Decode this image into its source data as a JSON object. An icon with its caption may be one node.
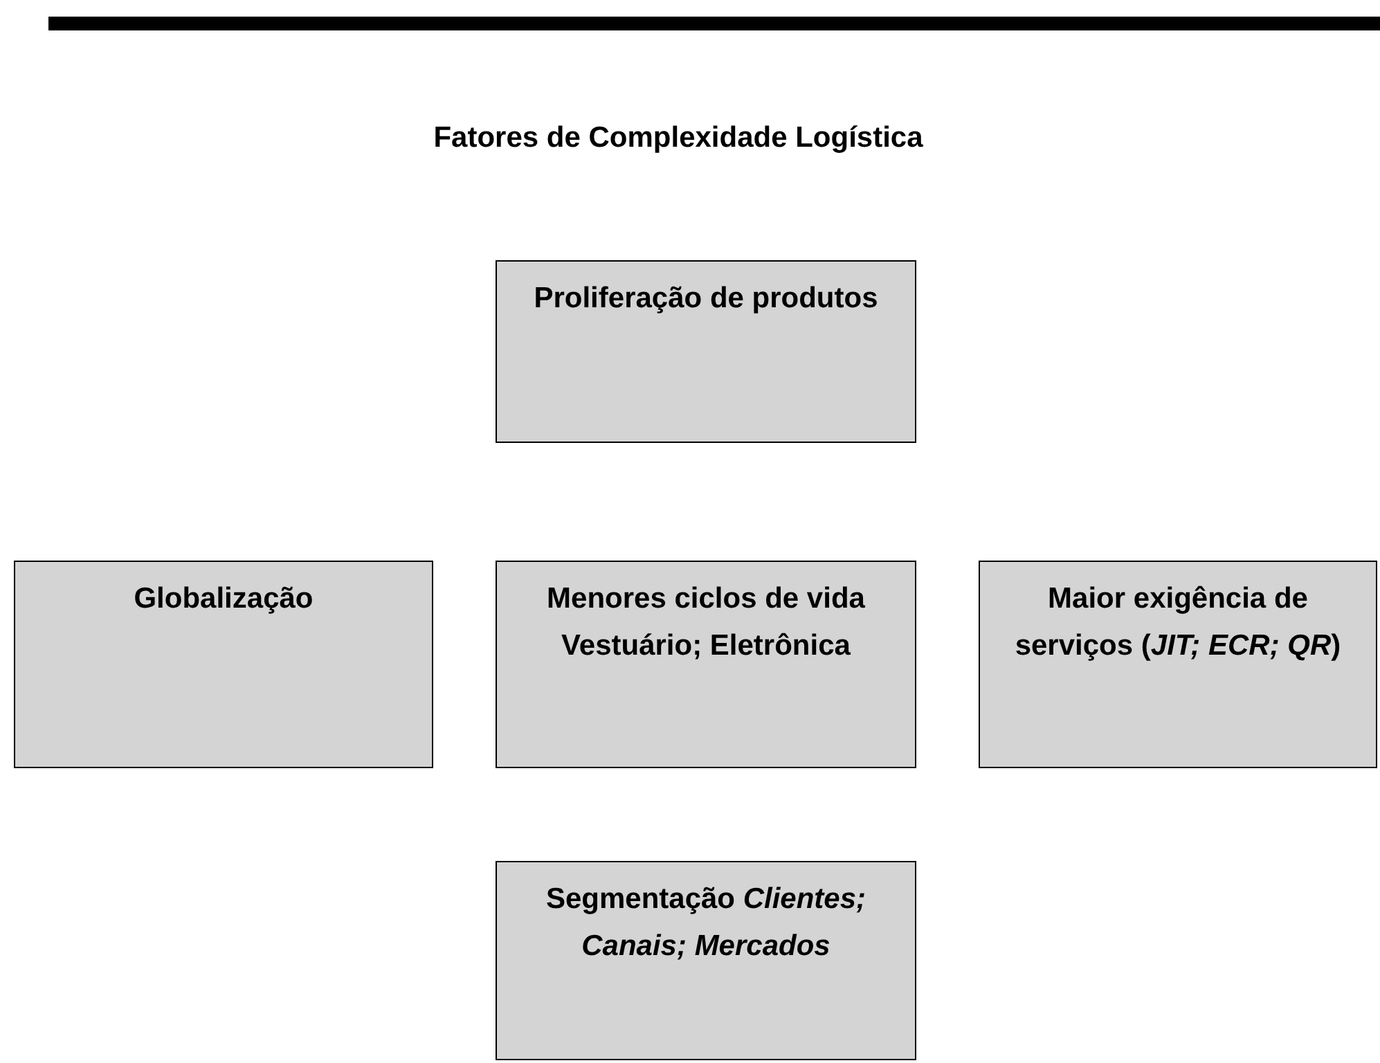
{
  "diagram": {
    "title": "Fatores de Complexidade Logística",
    "nodes": [
      {
        "text": [
          "Proliferação de produtos"
        ]
      },
      {
        "text": [
          "Globalização"
        ]
      },
      {
        "text": [
          "Menores ciclos de vida Vestuário; Eletrônica"
        ]
      },
      {
        "text": [
          "Maior exigência de serviços (*JIT; ECR; QR*)"
        ]
      },
      {
        "text": [
          "Segmentação *Clientes; Canais; Mercados*"
        ]
      }
    ]
  }
}
